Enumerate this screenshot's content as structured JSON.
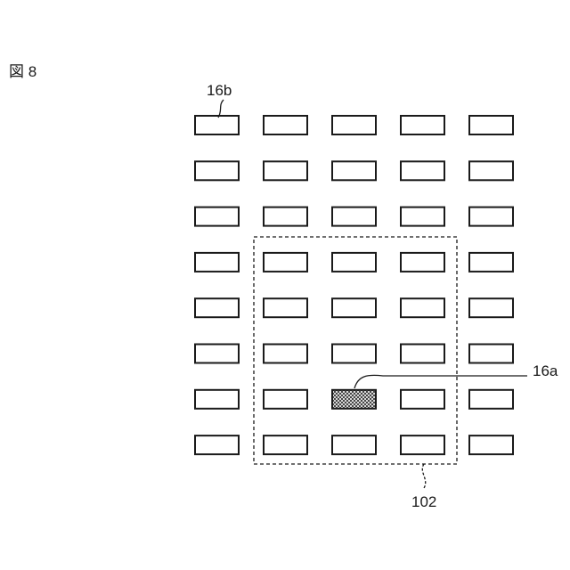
{
  "figure": {
    "label": "図 8"
  },
  "grid": {
    "rows": 8,
    "cols": 5,
    "highlighted_cell": {
      "row": 7,
      "col": 3
    }
  },
  "callouts": {
    "cell_reference": "16b",
    "highlighted_reference": "16a",
    "region_reference": "102"
  },
  "region": {
    "rows": [
      4,
      8
    ],
    "cols": [
      2,
      4
    ]
  }
}
